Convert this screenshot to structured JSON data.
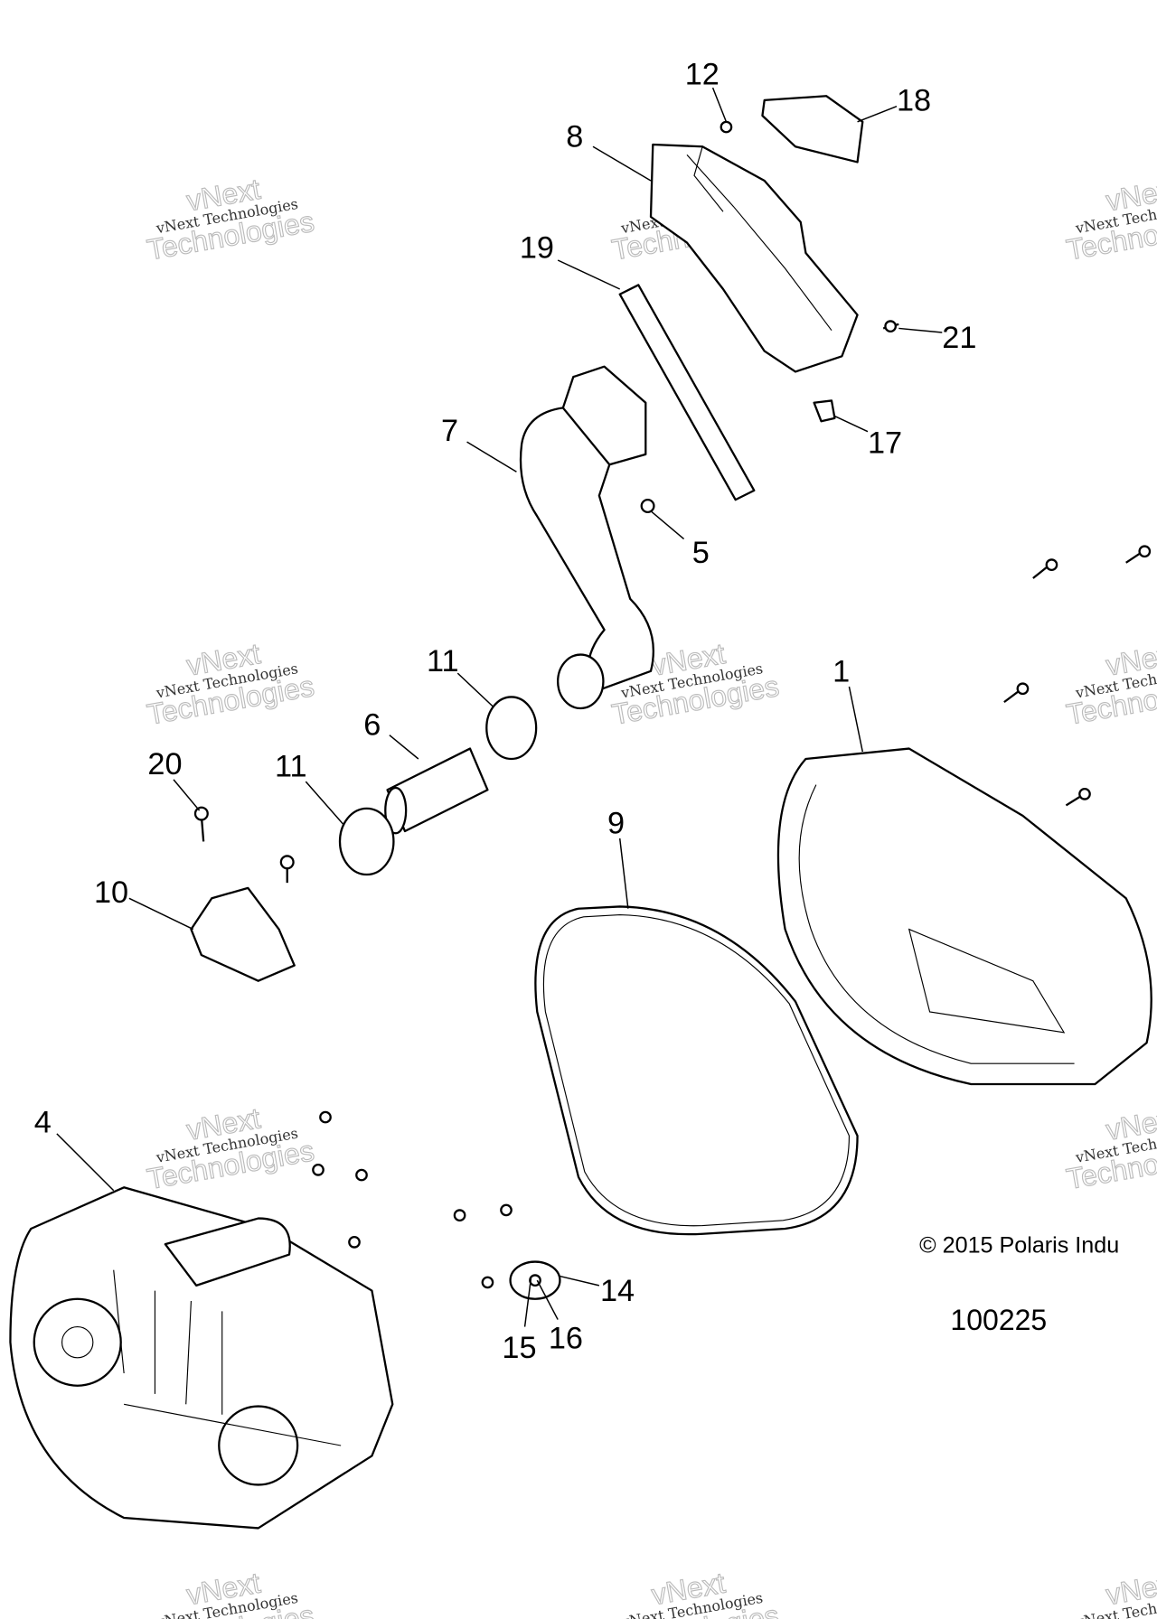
{
  "diagram": {
    "callouts": [
      "1",
      "4",
      "5",
      "6",
      "7",
      "8",
      "9",
      "10",
      "11",
      "11",
      "12",
      "14",
      "15",
      "16",
      "17",
      "18",
      "19",
      "20",
      "21"
    ],
    "copyright": "© 2015 Polaris Indu",
    "reference_number": "100225"
  },
  "watermark": {
    "line_small": "vNext Technologies",
    "line_big_1": "vNext",
    "line_big_2": "Technologies"
  }
}
